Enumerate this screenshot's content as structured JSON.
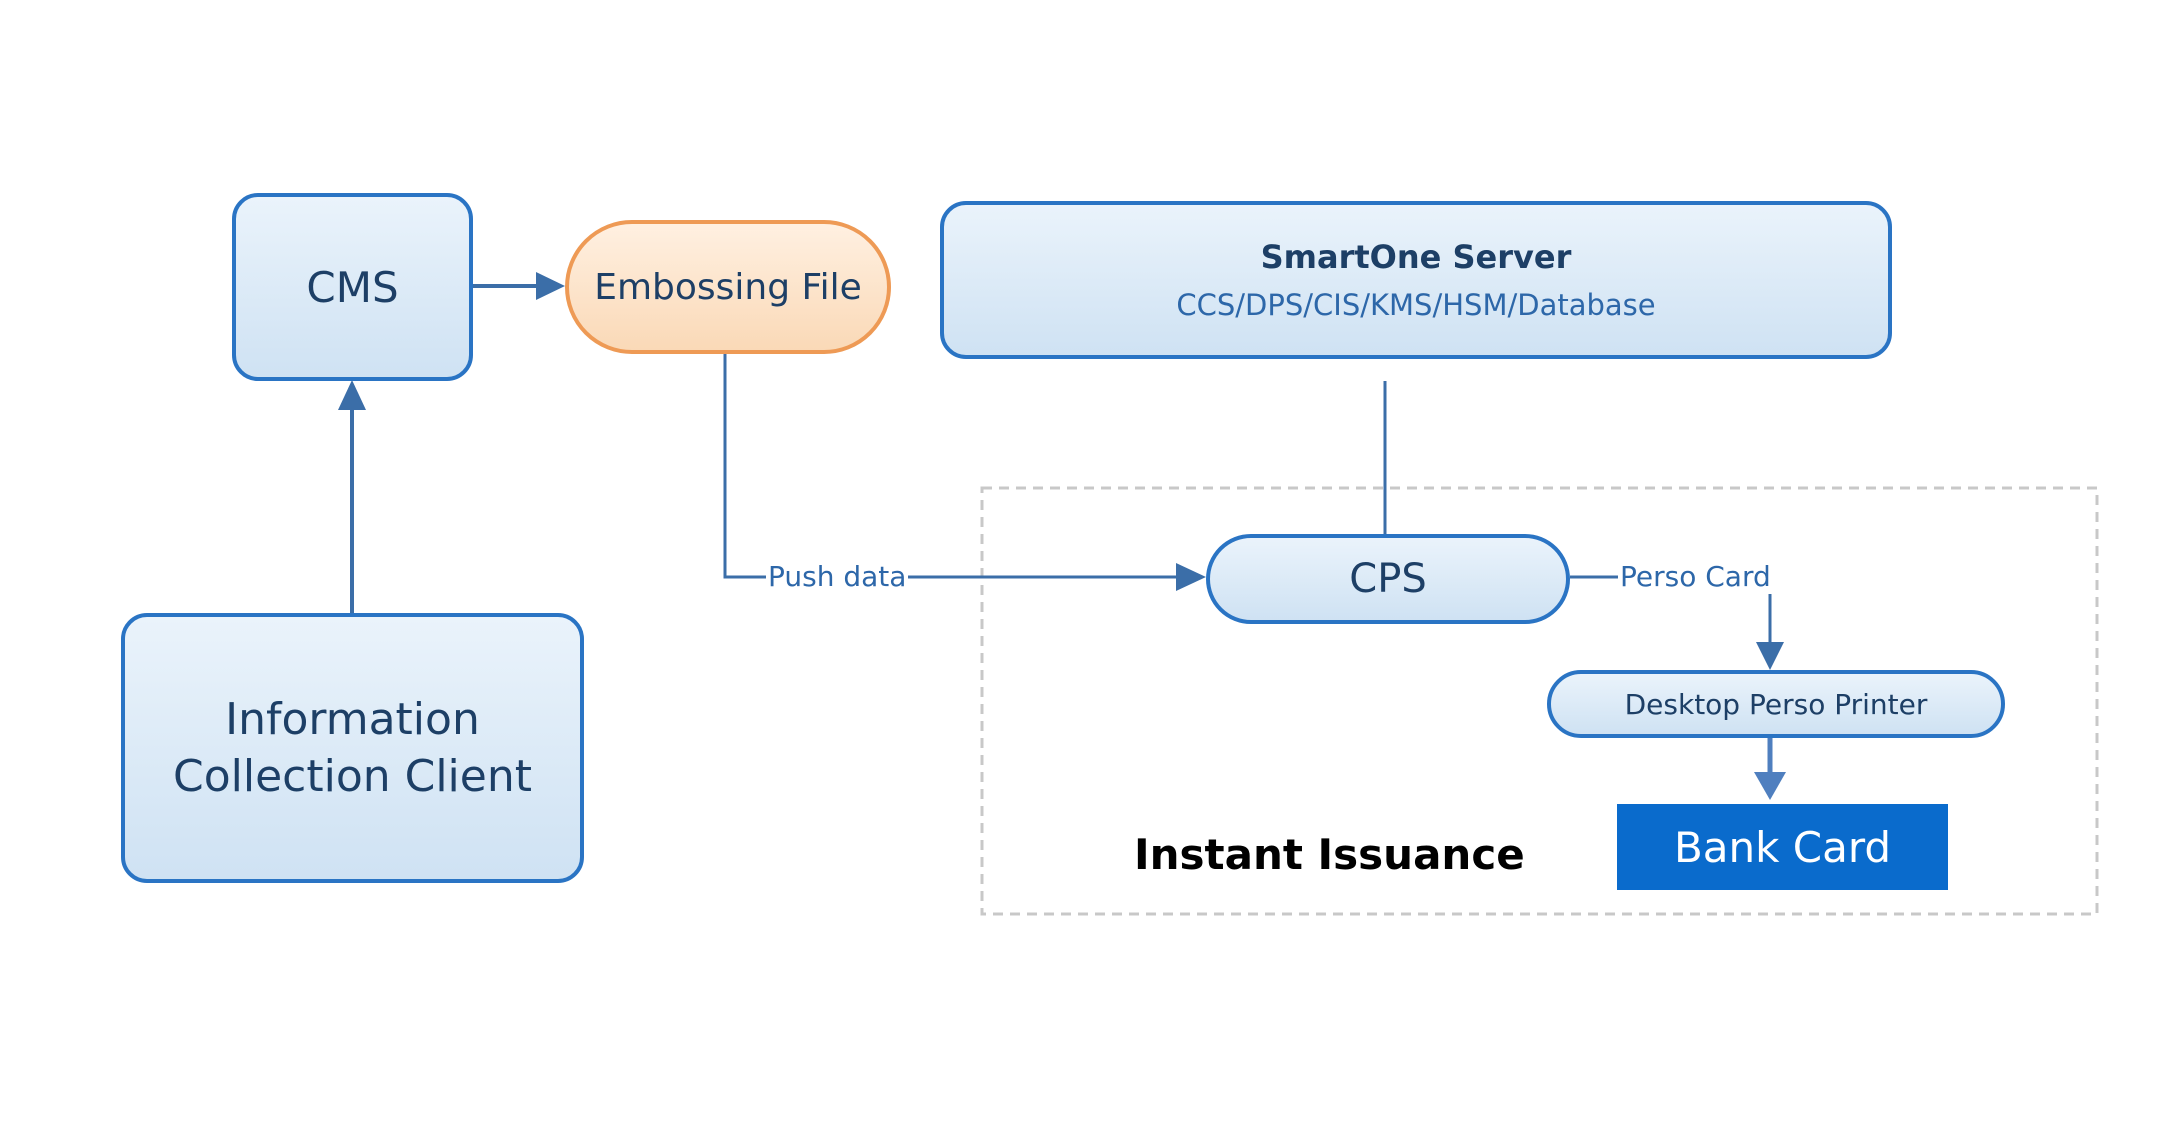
{
  "nodes": {
    "cms": "CMS",
    "info_client_line1": "Information",
    "info_client_line2": "Collection Client",
    "embossing_file": "Embossing File",
    "server_title": "SmartOne Server",
    "server_subtitle": "CCS/DPS/CIS/KMS/HSM/Database",
    "cps": "CPS",
    "printer": "Desktop Perso Printer",
    "bank_card": "Bank Card"
  },
  "group_label": "Instant Issuance",
  "edges": {
    "push_data": "Push data",
    "perso_card": "Perso Card"
  },
  "colors": {
    "node_border": "#2a74c4",
    "node_fill": "#dce9f6",
    "emboss_border": "#ee9a55",
    "emboss_fill": "#fce4cc",
    "arrow": "#3b6ea8",
    "bank_card_fill": "#0a6bcc",
    "group_border": "#c8c8c8"
  }
}
